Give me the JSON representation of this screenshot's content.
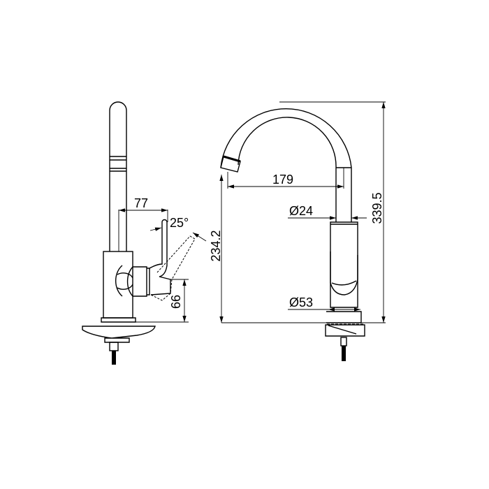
{
  "drawing": {
    "side_view": {
      "dimensions": {
        "reach_handle": "77",
        "handle_angle": "25°",
        "handle_height": "66"
      }
    },
    "front_view": {
      "dimensions": {
        "spout_reach": "179",
        "spout_diameter": "Ø24",
        "base_diameter": "Ø53",
        "spout_height": "234.2",
        "total_height": "339.5"
      }
    }
  }
}
